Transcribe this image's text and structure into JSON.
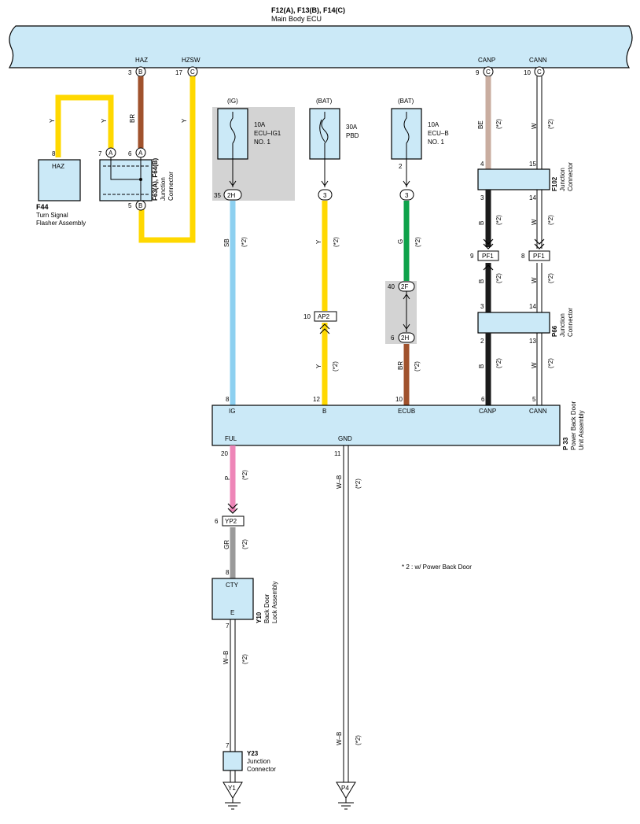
{
  "ecu": {
    "code": "F12(A), F13(B), F14(C)",
    "name": "Main Body ECU",
    "pins": [
      {
        "label": "HAZ",
        "num": "3",
        "conn": "B"
      },
      {
        "label": "HZSW",
        "num": "17",
        "conn": "C"
      },
      {
        "label": "CANP",
        "num": "9",
        "conn": "C"
      },
      {
        "label": "CANN",
        "num": "10",
        "conn": "C"
      }
    ]
  },
  "flasher": {
    "code": "F44",
    "name1": "Turn Signal",
    "name2": "Flasher Assembly",
    "pin_label": "HAZ",
    "pin": "8"
  },
  "jc_f63": {
    "code": "F63(A), F64(B)",
    "name1": "Junction",
    "name2": "Connector",
    "pin7": "7",
    "conn7": "A",
    "pin6": "6",
    "conn6": "A",
    "pin5": "5",
    "conn5": "B"
  },
  "fuses": [
    {
      "source": "(IG)",
      "rating": "10A",
      "name1": "ECU–IG1",
      "name2": "NO. 1",
      "conn": "2H",
      "pin": "35"
    },
    {
      "source": "(BAT)",
      "rating": "30A",
      "name1": "PBD",
      "name2": "",
      "conn": "3",
      "pin": ""
    },
    {
      "source": "(BAT)",
      "rating": "10A",
      "name1": "ECU–B",
      "name2": "NO. 1",
      "conn": "3",
      "pin": "2"
    }
  ],
  "jc_f102": {
    "code": "F102",
    "name1": "Junction",
    "name2": "Connector",
    "pins": [
      "4",
      "15",
      "3",
      "14"
    ]
  },
  "jc_p66": {
    "code": "P66",
    "name1": "Junction",
    "name2": "Connector",
    "pins": [
      "3",
      "14",
      "2",
      "13"
    ]
  },
  "inline": [
    {
      "pin": "9",
      "label": "PF1"
    },
    {
      "pin": "8",
      "label": "PF1"
    },
    {
      "pin": "10",
      "label": "AP2"
    },
    {
      "pin": "40",
      "label": "2F"
    },
    {
      "pin": "6",
      "label": "2H"
    },
    {
      "pin": "6",
      "label": "YP2"
    }
  ],
  "pbd": {
    "code": "P 33",
    "name1": "Power Back Door",
    "name2": "Unit Assembly",
    "top_pins": [
      {
        "label": "IG",
        "num": "8"
      },
      {
        "label": "B",
        "num": "12"
      },
      {
        "label": "ECUB",
        "num": "10"
      },
      {
        "label": "CANP",
        "num": "6"
      },
      {
        "label": "CANN",
        "num": "5"
      }
    ],
    "bottom_pins": [
      {
        "label": "FUL",
        "num": "20"
      },
      {
        "label": "GND",
        "num": "11"
      }
    ]
  },
  "lock": {
    "code": "Y10",
    "name1": "Back Door",
    "name2": "Lock Assembly",
    "pin_top_label": "CTY",
    "pin_top": "8",
    "pin_bot_label": "E",
    "pin_bot": "7"
  },
  "jc_y23": {
    "code": "Y23",
    "name1": "Junction",
    "name2": "Connector",
    "pin": "7"
  },
  "grounds": [
    {
      "label": "Y1"
    },
    {
      "label": "P4"
    }
  ],
  "wires": {
    "y": "Y",
    "br": "BR",
    "sb": "SB",
    "g": "G",
    "be": "BE",
    "w": "W",
    "b": "B",
    "p": "P",
    "gr": "GR",
    "wb": "W–B",
    "note": "(*2)"
  },
  "wire_colors": {
    "yellow": "#ffd800",
    "brown": "#a0522d",
    "skyblue": "#8dd0f0",
    "green": "#0ea24a",
    "beige": "#c9ada0",
    "white": "#ffffff",
    "black": "#1a1a1a",
    "pink": "#ee86b8",
    "gray": "#9a9a9a"
  },
  "footnote": "* 2 : w/ Power Back Door"
}
